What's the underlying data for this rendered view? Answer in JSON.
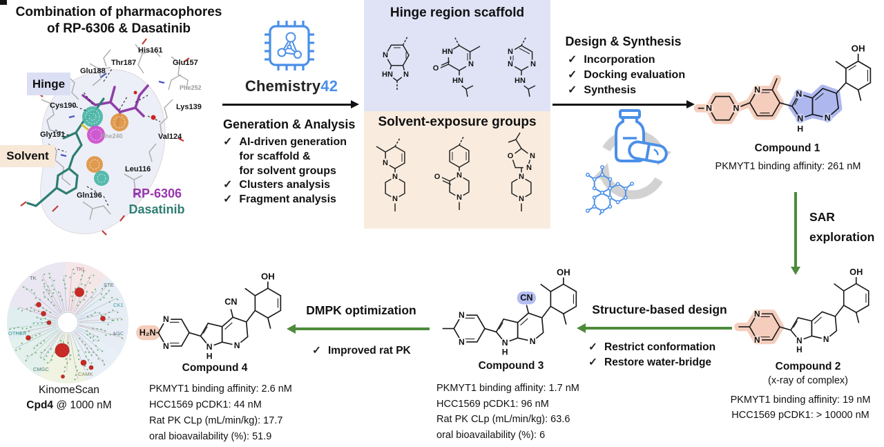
{
  "glyphs": {
    "check": "✓"
  },
  "atoms": {
    "n": "N",
    "hn": "HN",
    "h": "H",
    "o": "O",
    "oh": "OH",
    "cn": "CN",
    "h2n": "H₂N"
  },
  "title": {
    "line1": "Combination of pharmacophores",
    "line2": "of RP-6306 & Dasatinib"
  },
  "protein": {
    "hinge_label": "Hinge",
    "solvent_label": "Solvent",
    "ligand1": "RP-6306",
    "ligand2": "Dasatinib",
    "residues": [
      "His161",
      "Thr187",
      "Glu188",
      "Glu157",
      "Phe252",
      "Lys139",
      "Cys190",
      "Gly191",
      "Phe240",
      "Val124",
      "Leu116",
      "Gln196"
    ]
  },
  "logo": {
    "brand": "Chemistry",
    "suffix": "42"
  },
  "generation": {
    "heading": "Generation & Analysis",
    "item1": "AI-driven generation\nfor scaffold &\nfor solvent groups",
    "item2": "Clusters analysis",
    "item3": "Fragment analysis"
  },
  "scaffold_box": {
    "heading": "Hinge region scaffold"
  },
  "solvent_box": {
    "heading": "Solvent-exposure groups"
  },
  "design": {
    "heading": "Design & Synthesis",
    "item1": "Incorporation",
    "item2": "Docking evaluation",
    "item3": "Synthesis"
  },
  "compound1": {
    "label": "Compound 1",
    "stat1": "PKMYT1 binding affinity: 261 nM"
  },
  "sar": {
    "line1": "SAR",
    "line2": "exploration"
  },
  "compound2": {
    "label": "Compound 2",
    "sublabel": "(x-ray of complex)",
    "stat1": "PKMYT1 binding affinity: 19 nM",
    "stat2": "HCC1569 pCDK1: > 10000 nM"
  },
  "sbd": {
    "heading": "Structure-based design",
    "item1": "Restrict conformation",
    "item2": "Restore water-bridge"
  },
  "compound3": {
    "label": "Compound 3",
    "stat1": "PKMYT1 binding affinity: 1.7 nM",
    "stat2": "HCC1569 pCDK1: 96 nM",
    "stat3": "Rat PK CLp (mL/min/kg): 63.6",
    "stat4": "oral bioavailability (%): 6"
  },
  "dmpk": {
    "heading": "DMPK optimization",
    "item1": "Improved rat PK"
  },
  "compound4": {
    "label": "Compound 4",
    "stat1": "PKMYT1 binding affinity: 2.6 nM",
    "stat2": "HCC1569 pCDK1: 44 nM",
    "stat3": "Rat PK CLp (mL/min/kg): 17.7",
    "stat4": "oral bioavailability (%): 51.9"
  },
  "kinome": {
    "label1": "KinomeScan",
    "cpd": "Cpd4",
    "at_dose": " @ 1000 nM",
    "sectors": [
      "TK",
      "TKL",
      "STE",
      "CK1",
      "AGC",
      "CAMK",
      "CMGC",
      "OTHER"
    ]
  },
  "colors": {
    "accent_blue": "#4a8fe8",
    "green": "#4d8b3b",
    "lavender": "#e0e2f6",
    "peach": "#f9ecdf",
    "pink_highlight": "#f4cdbc",
    "blue_highlight": "#aeb8ef",
    "purple": "#9a33ac",
    "teal": "#2e7d72"
  }
}
